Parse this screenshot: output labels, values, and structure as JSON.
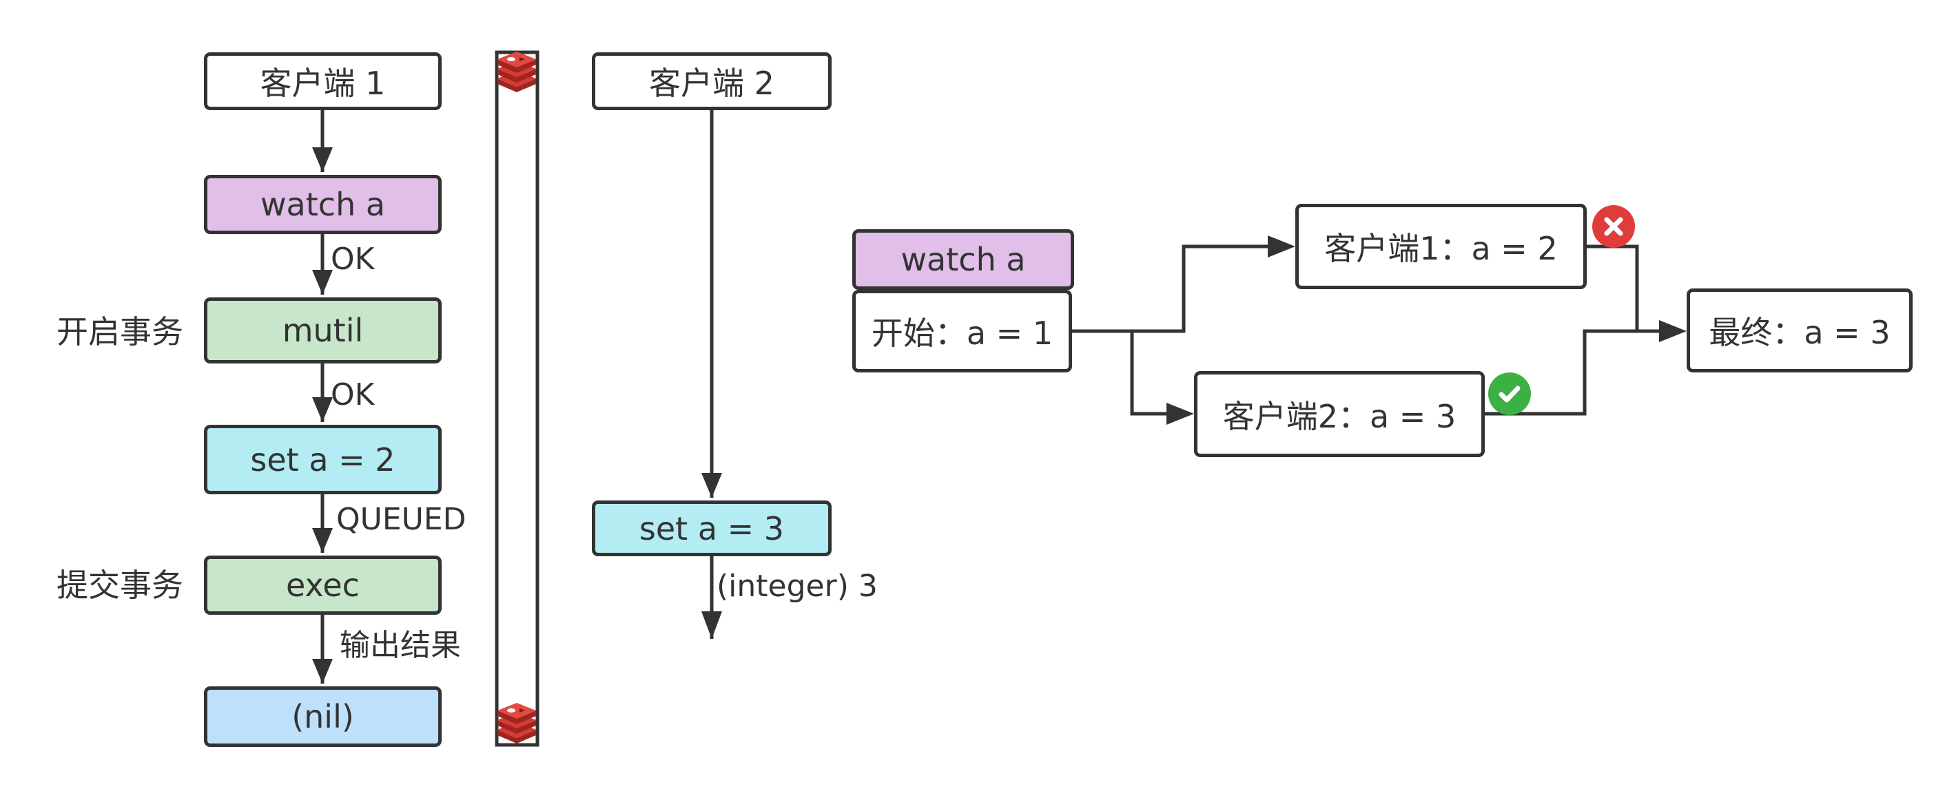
{
  "left_flow": {
    "client1": {
      "title": "客户端 1"
    },
    "steps": [
      {
        "label": "watch a",
        "color": "#e1bfe8"
      },
      {
        "label": "mutil",
        "color": "#c8e6c9"
      },
      {
        "label": "set a = 2",
        "color": "#b3ecf2"
      },
      {
        "label": "exec",
        "color": "#c8e6c9"
      },
      {
        "label": "(nil)",
        "color": "#bde0fb"
      }
    ],
    "edge_labels": [
      "OK",
      "OK",
      "QUEUED",
      "输出结果"
    ],
    "side_labels": {
      "begin_tx": "开启事务",
      "commit_tx": "提交事务"
    },
    "redis_icon": "redis-logo-icon"
  },
  "client2_flow": {
    "title": "客户端 2",
    "step": {
      "label": "set a = 3",
      "color": "#b3ecf2"
    },
    "result_label": "(integer) 3"
  },
  "right_flow": {
    "watch": {
      "label": "watch a",
      "color": "#e1bfe8"
    },
    "start": {
      "label": "开始：a = 1"
    },
    "client1_write": {
      "label": "客户端1：a = 2"
    },
    "client2_write": {
      "label": "客户端2：a = 3"
    },
    "final": {
      "label": "最终：a = 3"
    },
    "status_icons": {
      "client1": "error-x-icon",
      "client2": "success-check-icon"
    }
  },
  "colors": {
    "stroke": "#333333",
    "error": "#e03c3c",
    "success": "#3cb043",
    "redis": "#c6302b"
  }
}
